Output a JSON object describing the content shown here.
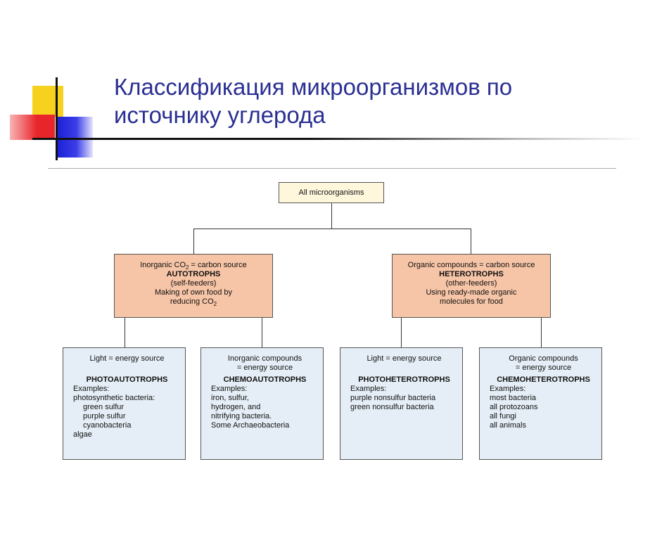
{
  "slide": {
    "title_line1": "Классификация микроорганизмов по",
    "title_line2": "источнику углерода"
  },
  "diagram": {
    "root": "All microorganisms",
    "autotrophs": {
      "line1_pre": "Inorganic CO",
      "line1_sub": "2",
      "line1_post": " = carbon source",
      "name": "AUTOTROPHS",
      "sub": "(self-feeders)",
      "desc1": "Making of own food by",
      "desc2_pre": "reducing CO",
      "desc2_sub": "2"
    },
    "heterotrophs": {
      "line1": "Organic compounds = carbon source",
      "name": "HETEROTROPHS",
      "sub": "(other-feeders)",
      "desc1": "Using ready-made organic",
      "desc2": "molecules for food"
    },
    "photoautotrophs": {
      "source": "Light = energy source",
      "name": "PHOTOAUTOTROPHS",
      "examples_label": "Examples:",
      "ex1": "photosynthetic bacteria:",
      "ex2": "green sulfur",
      "ex3": "purple sulfur",
      "ex4": "cyanobacteria",
      "ex5": "algae"
    },
    "chemoautotrophs": {
      "source1": "Inorganic compounds",
      "source2": "= energy source",
      "name": "CHEMOAUTOTROPHS",
      "examples_label": "Examples:",
      "ex1": "iron, sulfur,",
      "ex2": "hydrogen, and",
      "ex3": "nitrifying bacteria.",
      "ex4": "Some Archaeobacteria"
    },
    "photoheterotrophs": {
      "source": "Light = energy source",
      "name": "PHOTOHETEROTROPHS",
      "examples_label": "Examples:",
      "ex1": "purple nonsulfur bacteria",
      "ex2": "green nonsulfur bacteria"
    },
    "chemoheterotrophs": {
      "source1": "Organic compounds",
      "source2": "= energy source",
      "name": "CHEMOHETEROTROPHS",
      "examples_label": "Examples:",
      "ex1": "most bacteria",
      "ex2": "all protozoans",
      "ex3": "all fungi",
      "ex4": "all animals"
    }
  }
}
